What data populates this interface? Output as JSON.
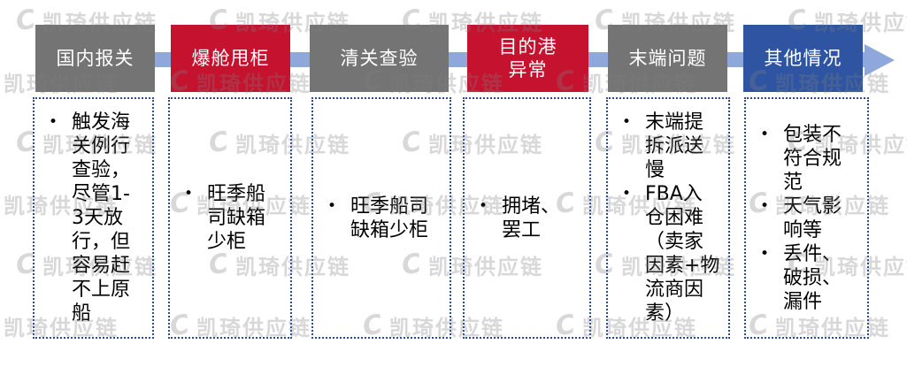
{
  "watermark": {
    "logo_char": "C",
    "text": "凯琦供应链"
  },
  "flow": {
    "bullet_char": "•",
    "arrow_color": "#8FA8DC",
    "dashed_border_color": "#2A4A99",
    "header_colors": {
      "gray": "#747474",
      "red": "#C5122E",
      "blue": "#2F55A2"
    },
    "columns": [
      {
        "label": "国内报关",
        "header_color": "#747474",
        "items": [
          "触发海\n关例行\n查验，\n尽管1-\n3天放\n行，但\n容易赶\n不上原\n船"
        ]
      },
      {
        "label": "爆舱甩柜",
        "header_color": "#C5122E",
        "items": [
          "旺季船\n司缺箱\n少柜"
        ]
      },
      {
        "label": "清关查验",
        "header_color": "#747474",
        "items": [
          "旺季船司\n缺箱少柜"
        ]
      },
      {
        "label": "目的港\n异常",
        "header_color": "#C5122E",
        "items": [
          "拥堵、\n罢工"
        ]
      },
      {
        "label": "末端问题",
        "header_color": "#747474",
        "items": [
          "末端提\n拆派送\n慢",
          "FBA入\n仓困难\n（卖家\n因素+物\n流商因\n素）"
        ]
      },
      {
        "label": "其他情况",
        "header_color": "#2F55A2",
        "items": [
          "包装不\n符合规\n范",
          "天气影\n响等",
          "丢件、\n破损、\n漏件"
        ]
      }
    ]
  }
}
